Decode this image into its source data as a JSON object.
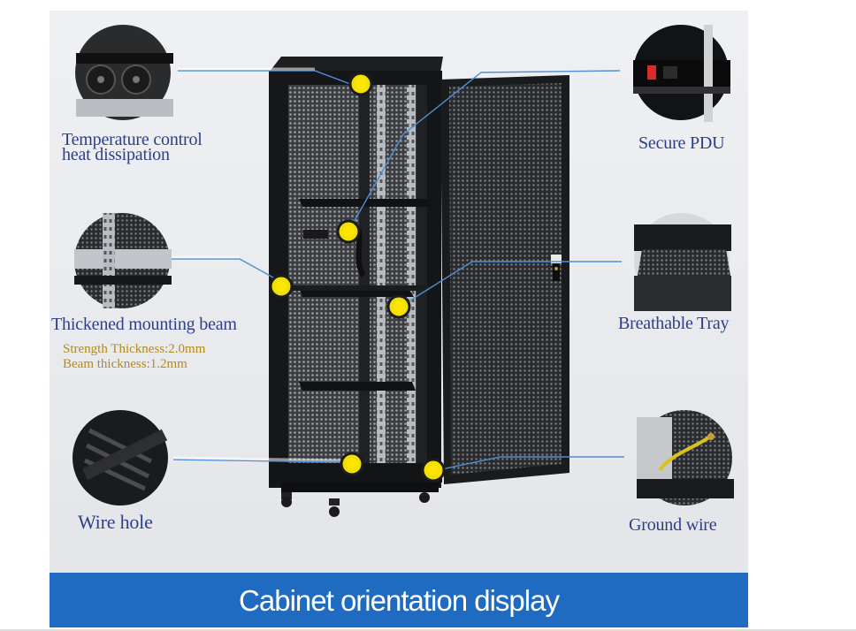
{
  "banner": {
    "title": "Cabinet orientation display"
  },
  "features": {
    "temperature": {
      "line1": "Temperature control",
      "line2": "heat dissipation",
      "icon": "fan-icon"
    },
    "beam": {
      "label": "Thickened mounting beam",
      "icon": "mounting-beam-icon",
      "spec1": "Strength Thickness:2.0mm",
      "spec2": "Beam thickness:1.2mm"
    },
    "wire_hole": {
      "label": "Wire hole",
      "icon": "wire-hole-icon"
    },
    "pdu": {
      "label": "Secure PDU",
      "icon": "pdu-icon"
    },
    "tray": {
      "label": "Breathable Tray",
      "icon": "tray-icon"
    },
    "ground": {
      "label": "Ground wire",
      "icon": "ground-wire-icon"
    }
  },
  "colors": {
    "banner": "#1e6bc1",
    "label_text": "#2e3f8a",
    "spec_text": "#b38a1e",
    "marker": "#f2e000",
    "callout_line": "#4f8fd6"
  }
}
